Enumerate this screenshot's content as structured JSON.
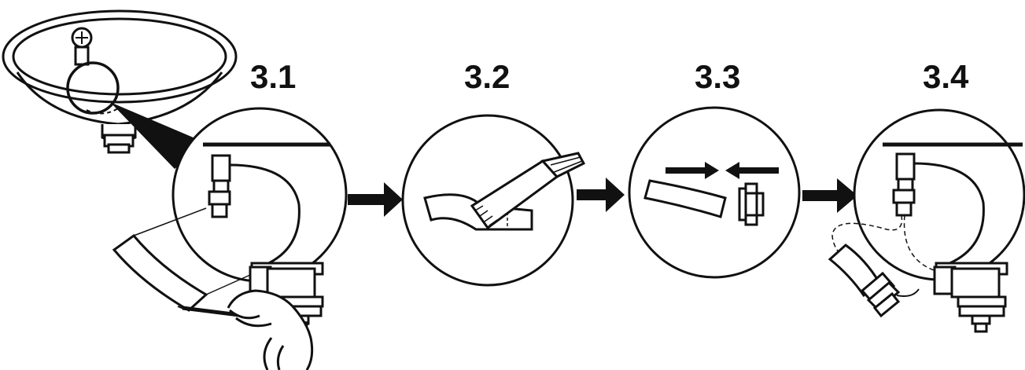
{
  "steps": [
    {
      "label": "3.1"
    },
    {
      "label": "3.2"
    },
    {
      "label": "3.3"
    },
    {
      "label": "3.4"
    }
  ],
  "colors": {
    "ink": "#111111",
    "paper": "#ffffff",
    "shade": "#555555"
  },
  "icons": [
    "sink-basin-icon",
    "hand-marking-icon",
    "saw-icon",
    "connector-icon",
    "arrow-right-icon"
  ]
}
